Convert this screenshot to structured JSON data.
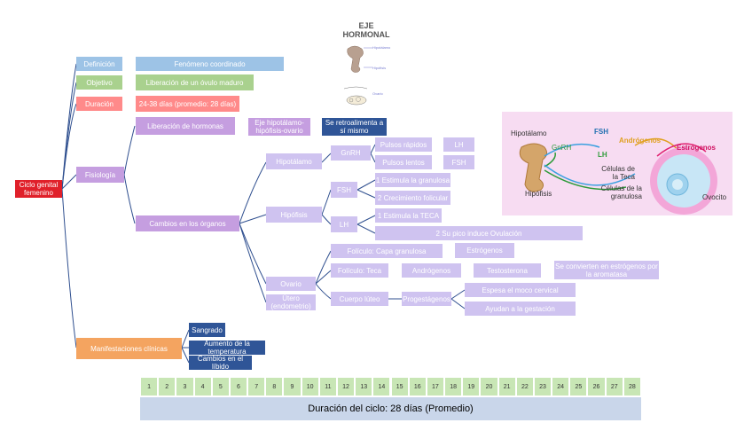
{
  "root": {
    "label": "Ciclo genital femenino"
  },
  "definicion": {
    "label": "Definición",
    "value": "Fenómeno coordinado"
  },
  "objetivo": {
    "label": "Objetivo",
    "value": "Liberación de un óvulo maduro"
  },
  "duracion": {
    "label": "Duración",
    "value": "24-38 días (promedio: 28 días)"
  },
  "fisiologia": {
    "label": "Fisiología",
    "liberacion": "Liberación de hormonas",
    "eje": "Eje hipotálamo-hipófisis-ovario",
    "retro": "Se retroalimenta a sí mismo",
    "cambios": "Cambios en los órganos",
    "hipotalamo": "Hipotálamo",
    "gnrh": "GnRH",
    "pulsos_rapidos": "Pulsos rápidos",
    "pulsos_lentos": "Pulsos lentos",
    "lh1": "LH",
    "fsh1": "FSH",
    "hipofisis": "Hipófisis",
    "fsh2": "FSH",
    "fsh_1": "1 Estimula la granulosa",
    "fsh_2": "2 Crecimiento folicular",
    "lh2": "LH",
    "lh_1": "1 Estimula la TECA",
    "lh_2": "2 Su pico induce Ovulación",
    "ovario": "Ovario",
    "utero": "Útero (endometrio)",
    "foliculo_granulosa": "Folículo: Capa granulosa",
    "estrogenos": "Estrógenos",
    "foliculo_teca": "Folículo: Teca",
    "androgenos": "Andrógenos",
    "testosterona": "Testosterona",
    "convierten": "Se convierten en estrógenos por la aromatasa",
    "cuerpo_luteo": "Cuerpo lúteo",
    "progestagenos": "Progestágenos",
    "espesa": "Espesa el moco cervical",
    "ayudan": "Ayudan a la gestación"
  },
  "manifestaciones": {
    "label": "Manifestaciones clínicas",
    "sangrado": "Sangrado",
    "temperatura": "Aumento de la temperatura",
    "libido": "Cambios en el líbido"
  },
  "eje_hormonal": {
    "title": "EJE HORMONAL",
    "hipotalamo": "Hipotálamo",
    "hipofisis": "Hipófisis",
    "ovario": "Ovario"
  },
  "hormone_figure": {
    "hipotalamo": "Hipotálamo",
    "gnrh": "GnRH",
    "fsh": "FSH",
    "androgenos": "Andrógenos",
    "estrogenos": "Estrógenos",
    "lh": "LH",
    "hipofisis": "Hipófisis",
    "celulas_teca": "Células de la Teca",
    "celulas_granulosa": "Células de la granulosa",
    "ovocito": "Ovocito"
  },
  "timeline": {
    "days": [
      "1",
      "2",
      "3",
      "4",
      "5",
      "6",
      "7",
      "8",
      "9",
      "10",
      "11",
      "12",
      "13",
      "14",
      "15",
      "16",
      "17",
      "18",
      "19",
      "20",
      "21",
      "22",
      "23",
      "24",
      "25",
      "26",
      "27",
      "28"
    ],
    "caption": "Duración del ciclo: 28 días (Promedio)"
  }
}
